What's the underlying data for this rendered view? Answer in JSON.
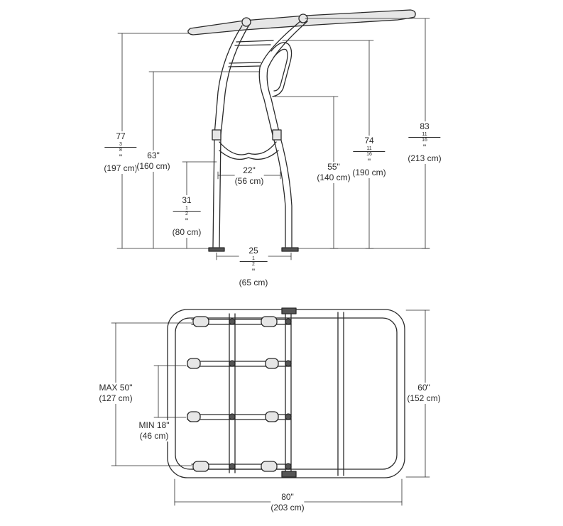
{
  "side_view": {
    "height_overall": {
      "inches": "83",
      "num": "11",
      "den": "16",
      "mark": "\"",
      "metric": "(213 cm)"
    },
    "height_77": {
      "inches": "77",
      "num": "3",
      "den": "8",
      "mark": "\"",
      "metric": "(197 cm)"
    },
    "height_74": {
      "inches": "74",
      "num": "11",
      "den": "16",
      "mark": "\"",
      "metric": "(190 cm)"
    },
    "height_63": {
      "label": "63\"",
      "metric": "(160 cm)"
    },
    "height_55": {
      "label": "55\"",
      "metric": "(140 cm)"
    },
    "height_31": {
      "inches": "31",
      "num": "1",
      "den": "2",
      "mark": "\"",
      "metric": "(80 cm)"
    },
    "width_top": {
      "label": "22\"",
      "metric": "(56 cm)"
    },
    "width_base": {
      "inches": "25",
      "num": "1",
      "den": "2",
      "mark": "\"",
      "metric": "(65 cm)"
    }
  },
  "top_view": {
    "max_width": {
      "label": "MAX 50\"",
      "metric": "(127 cm)"
    },
    "min_width": {
      "label": "MIN 18\"",
      "metric": "(46 cm)"
    },
    "depth": {
      "label": "60\"",
      "metric": "(152 cm)"
    },
    "length": {
      "label": "80\"",
      "metric": "(203 cm)"
    }
  },
  "colors": {
    "line": "#2a2a2a",
    "tube_fill": "#e6e6e6",
    "background": "#ffffff"
  }
}
